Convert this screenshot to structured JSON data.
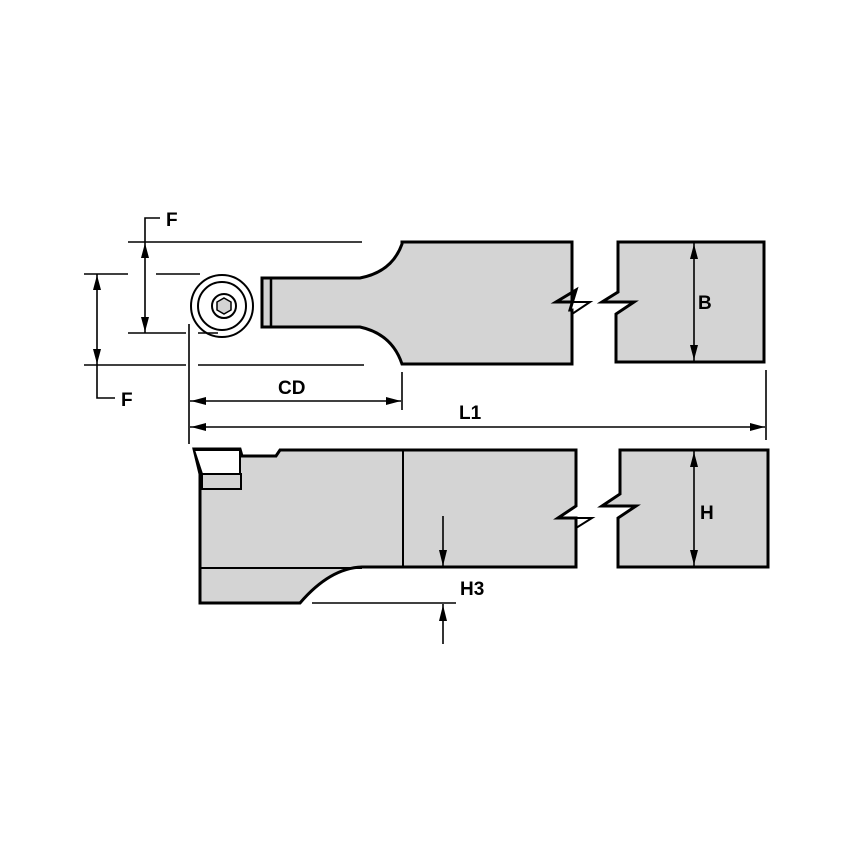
{
  "diagram": {
    "title": "Tool holder dimensional drawing",
    "views": [
      {
        "name": "top-view",
        "description": "Top view of boring/turning tool holder with round insert"
      },
      {
        "name": "side-view",
        "description": "Side view of tool holder"
      }
    ],
    "colors": {
      "fill": "#d4d4d4",
      "stroke": "#000000",
      "background": "#ffffff"
    },
    "labels": {
      "f_top": "F",
      "f_bottom": "F",
      "cd": "CD",
      "l1": "L1",
      "b": "B",
      "h": "H",
      "h3": "H3"
    }
  }
}
